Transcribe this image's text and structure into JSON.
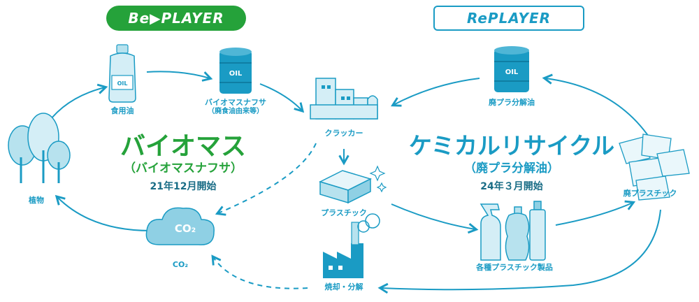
{
  "colors": {
    "green": "#25a23a",
    "blue": "#1a9bc4",
    "icon_light": "#b7e2ee",
    "icon_dark": "#1a9bc4"
  },
  "badges": {
    "be_player": "Be▶PLAYER",
    "re_player": "RePLAYER"
  },
  "biomass": {
    "title": "バイオマス",
    "subtitle": "（バイオマスナフサ）",
    "start_date": "21年12月開始"
  },
  "chemical": {
    "title": "ケミカルリサイクル",
    "subtitle": "（廃プラ分解油）",
    "start_date": "24年３月開始"
  },
  "nodes": {
    "cooking_oil": "食用油",
    "bio_naphtha": "バイオマスナフサ",
    "bio_naphtha_note": "（廃食油由来等）",
    "cracker": "クラッカー",
    "plastic": "プラスチック",
    "incineration": "焼却・分解",
    "co2": "CO₂",
    "co2_cloud": "CO₂",
    "plants": "植物",
    "waste_oil": "廃プラ分解油",
    "waste_plastic": "廃プラスチック",
    "products": "各種プラスチック製品"
  },
  "icons": {
    "oil_label": "OIL"
  }
}
